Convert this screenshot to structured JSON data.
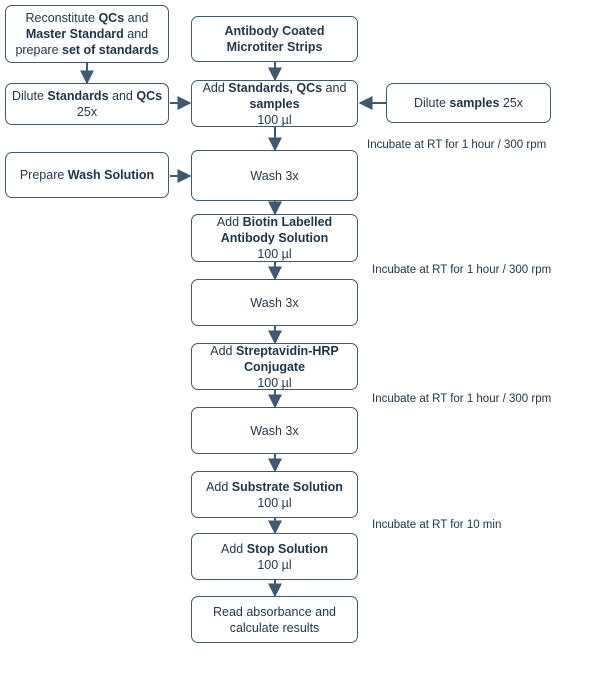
{
  "left_boxes": {
    "reconstitute": {
      "pre": "Reconstitute ",
      "b1": "QCs",
      "mid1": " and ",
      "b2": "Master Standard",
      "mid2": " and prepare ",
      "b3": "set of standards"
    },
    "dilute_std": {
      "pre": "Dilute ",
      "b1": "Standards",
      "mid": " and ",
      "b2": "QCs",
      "line2": "25x"
    },
    "wash_prep": {
      "pre": "Prepare ",
      "b1": "Wash Solution"
    }
  },
  "right_box": {
    "pre": "Dilute ",
    "b1": "samples",
    "post": " 25x"
  },
  "main": {
    "coated": {
      "line1": "Antibody Coated",
      "line2": "Microtiter Strips"
    },
    "add_std": {
      "pre": "Add ",
      "b1": "Standards, QCs",
      "mid": " and ",
      "b2": "samples",
      "vol": "100 µl"
    },
    "wash1": "Wash 3x",
    "biotin": {
      "pre": "Add ",
      "b1": "Biotin Labelled",
      "b2": "Antibody Solution",
      "vol": "100 µl"
    },
    "wash2": "Wash 3x",
    "strep": {
      "pre": "Add ",
      "b1": "Streptavidin-HRP",
      "b2": "Conjugate",
      "vol": "100 µl"
    },
    "wash3": "Wash 3x",
    "substrate": {
      "pre": "Add ",
      "b1": "Substrate Solution",
      "vol": "100 µl"
    },
    "stop": {
      "pre": "Add ",
      "b1": "Stop Solution",
      "vol": "100 µl"
    },
    "read": {
      "line1": "Read absorbance and",
      "line2": "calculate results"
    }
  },
  "incubations": {
    "i1": "Incubate at RT for 1 hour / 300 rpm",
    "i2": "Incubate at RT for 1 hour / 300 rpm",
    "i3": "Incubate at RT for 1 hour / 300 rpm",
    "i4": "Incubate at RT for 10 min"
  },
  "colors": {
    "stroke": "#3f5a6e",
    "text": "#1f3348"
  }
}
